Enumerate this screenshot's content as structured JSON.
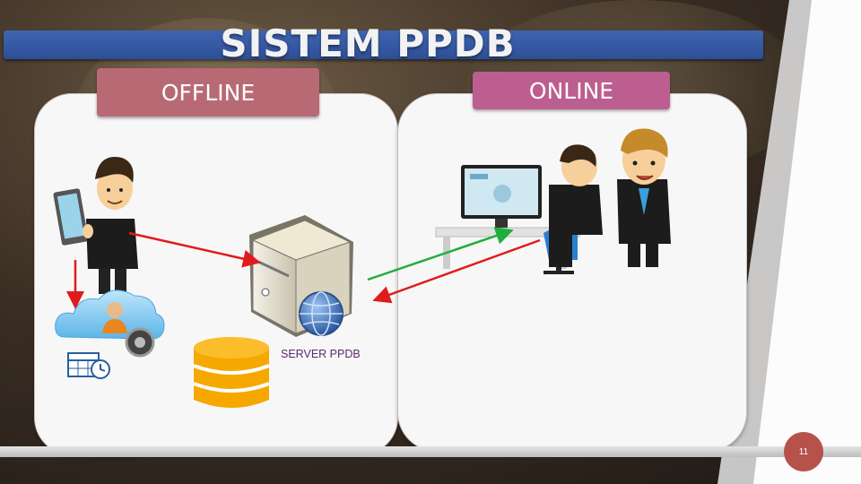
{
  "title": "SISTEM PPDB",
  "tabs": {
    "offline": "OFFLINE",
    "online": "ONLINE"
  },
  "server_label": "SERVER PPDB",
  "slide_number": "11",
  "colors": {
    "title_bar": "#3458a5",
    "offline_tab": "#b86a74",
    "online_tab": "#bc5e8f",
    "arrow_red": "#e01b1b",
    "arrow_green": "#1fae3a",
    "database": "#f6a800",
    "slide_badge": "#b5524b"
  },
  "icons": [
    "person-tablet-icon",
    "cloud-user-lock-icon",
    "calendar-clock-icon",
    "server-icon",
    "globe-icon",
    "database-icon",
    "computer-workstation-icon",
    "two-people-icon"
  ]
}
